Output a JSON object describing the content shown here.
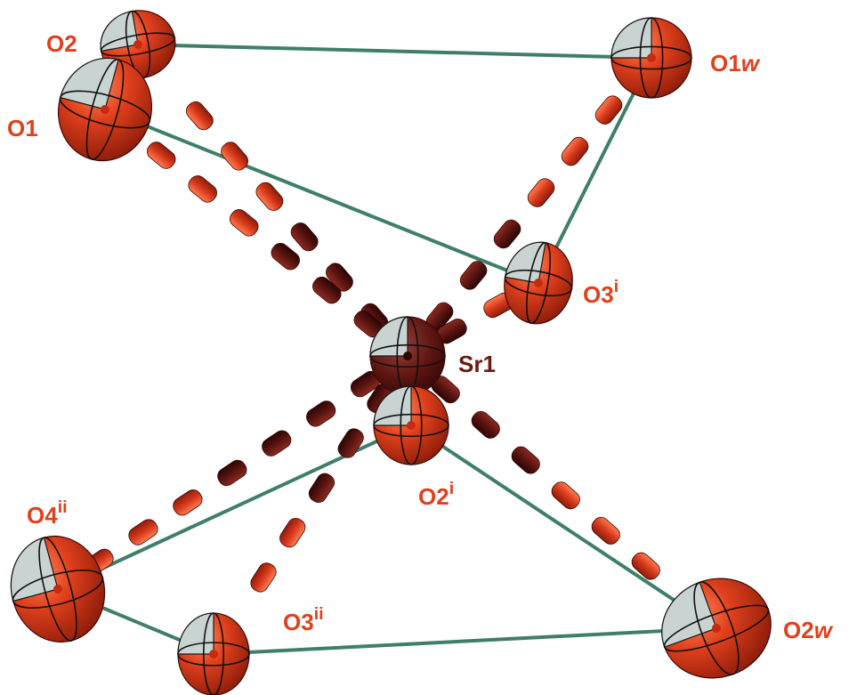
{
  "diagram": {
    "central_atom": "Sr1",
    "atoms": [
      {
        "id": "O2",
        "label": "O2",
        "sup": "",
        "sub": ""
      },
      {
        "id": "O1",
        "label": "O1",
        "sup": "",
        "sub": ""
      },
      {
        "id": "O1w",
        "label": "O1",
        "sup": "",
        "sub": "w"
      },
      {
        "id": "O3i",
        "label": "O3",
        "sup": "i",
        "sub": ""
      },
      {
        "id": "Sr1",
        "label": "Sr1",
        "sup": "",
        "sub": ""
      },
      {
        "id": "O2i",
        "label": "O2",
        "sup": "i",
        "sub": ""
      },
      {
        "id": "O4ii",
        "label": "O4",
        "sup": "ii",
        "sub": ""
      },
      {
        "id": "O3ii",
        "label": "O3",
        "sup": "ii",
        "sub": ""
      },
      {
        "id": "O2w",
        "label": "O2",
        "sup": "",
        "sub": "w"
      }
    ],
    "polyhedron_edges": [
      [
        "O2",
        "O1w"
      ],
      [
        "O1",
        "O3i"
      ],
      [
        "O1w",
        "O3i"
      ],
      [
        "O2i",
        "O4ii"
      ],
      [
        "O2i",
        "O2w"
      ],
      [
        "O4ii",
        "O3ii"
      ],
      [
        "O3ii",
        "O2w"
      ]
    ],
    "coordination_bonds": [
      "O2",
      "O1",
      "O1w",
      "O3i",
      "O2i",
      "O4ii",
      "O3ii",
      "O2w"
    ],
    "colors": {
      "oxygen": "#e0401c",
      "oxygen_dark": "#a82410",
      "octant": "#c9d3d1",
      "strontium": "#6b1a14",
      "strontium_light": "#c9d3d1",
      "edge": "#3f7f68",
      "label_o": "#e0401c",
      "label_sr": "#6b1a14"
    }
  }
}
